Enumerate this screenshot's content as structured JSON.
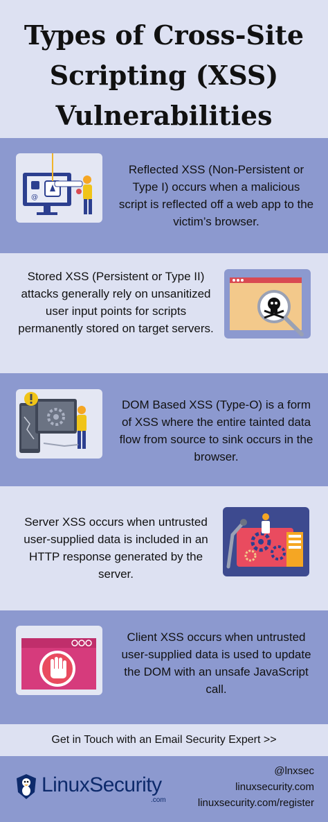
{
  "title": [
    "Types of Cross-Site",
    "Scripting (XSS)",
    "Vulnerabilities"
  ],
  "sections": [
    {
      "text": "Reflected XSS (Non-Persistent or Type I) occurs when a malicious script is reflected off a web app to the victim’s browser.",
      "icon": "computer-user-icon"
    },
    {
      "text": "Stored XSS (Persistent or Type II) attacks generally rely on unsanitized user input points for scripts permanently stored on target servers.",
      "icon": "skull-magnifier-icon"
    },
    {
      "text": "DOM Based XSS (Type-O) is a form of XSS where the entire tainted data flow from source to sink occurs in the browser.",
      "icon": "broken-computer-icon"
    },
    {
      "text": "Server XSS occurs when untrusted user-supplied data is included in an HTTP response generated by the server.",
      "icon": "gears-robot-icon"
    },
    {
      "text": "Client XSS occurs when untrusted user-supplied data is used to update the DOM with an unsafe JavaScript call.",
      "icon": "stop-hand-browser-icon"
    }
  ],
  "cta": "Get in Touch with an Email Security Expert >>",
  "footer": {
    "logo": "LinuxSecurity",
    "logo_sub": ".com",
    "handle": "@lnxsec",
    "site": "linuxsecurity.com",
    "register": "linuxsecurity.com/register"
  },
  "colors": {
    "band_dark": "#8c99cf",
    "band_light": "#dde1f2",
    "accent_red": "#d94a52",
    "accent_pink": "#e0407a"
  }
}
